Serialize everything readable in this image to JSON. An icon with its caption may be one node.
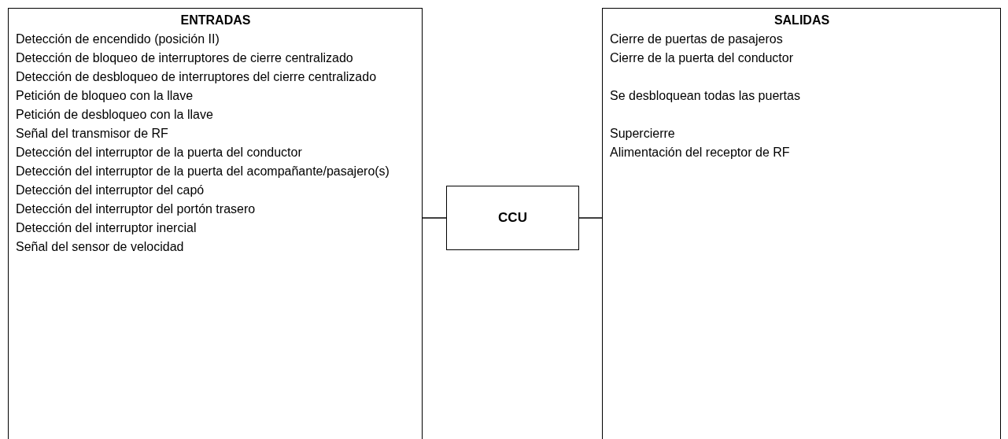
{
  "diagram": {
    "nodes": [
      {
        "text": [
          "ENTRADAS",
          "Detección de encendido (posición II)",
          "Detección de bloqueo de interruptores de cierre centralizado",
          "Detección de desbloqueo de interruptores del cierre centralizado",
          "Petición de bloqueo con la llave",
          "Petición de desbloqueo con la llave",
          "Señal del transmisor de RF",
          "Detección del interruptor de la puerta del conductor",
          "Detección del interruptor de la puerta del acompañante/pasajero(s)",
          "Detección del interruptor del capó",
          "Detección del interruptor del portón trasero",
          "Detección del interruptor inercial",
          "Señal del sensor de velocidad"
        ]
      },
      {
        "text": [
          "CCU"
        ]
      },
      {
        "text": [
          "SALIDAS",
          "Cierre de puertas de pasajeros",
          "Cierre de la puerta del conductor",
          "Se desbloquean todas las puertas",
          "Supercierre",
          "Alimentación del receptor de RF"
        ]
      }
    ],
    "edges": [
      {
        "from": 0,
        "to": 1,
        "arrow": "none"
      },
      {
        "from": 1,
        "to": 2,
        "arrow": "none"
      }
    ]
  }
}
